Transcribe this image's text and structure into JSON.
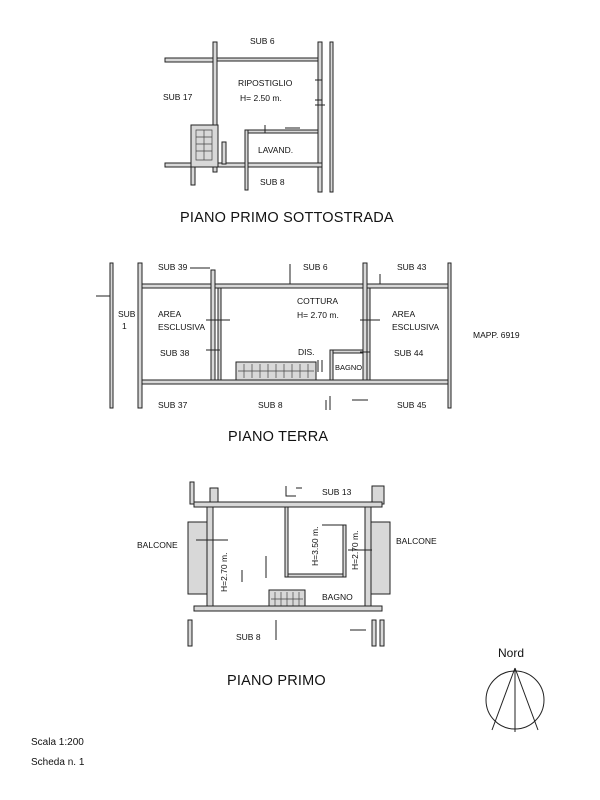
{
  "floors": {
    "basement": {
      "title": "PIANO PRIMO SOTTOSTRADA",
      "labels": {
        "sub6": "SUB 6",
        "sub17": "SUB 17",
        "sub8": "SUB 8",
        "ripostiglio": "RIPOSTIGLIO",
        "height": "H= 2.50 m.",
        "lavand": "LAVAND."
      }
    },
    "ground": {
      "title": "PIANO TERRA",
      "labels": {
        "sub39": "SUB 39",
        "sub6": "SUB 6",
        "sub43": "SUB 43",
        "sub1_a": "SUB",
        "sub1_b": "1",
        "area_left_a": "AREA",
        "area_left_b": "ESCLUSIVA",
        "cottura": "COTTURA",
        "height": "H= 2.70 m.",
        "area_right_a": "AREA",
        "area_right_b": "ESCLUSIVA",
        "mapp": "MAPP. 6919",
        "sub38": "SUB 38",
        "dis": "DIS.",
        "bagno": "BAGNO",
        "sub44": "SUB 44",
        "sub37": "SUB 37",
        "sub8": "SUB 8",
        "sub45": "SUB 45"
      }
    },
    "first": {
      "title": "PIANO PRIMO",
      "labels": {
        "sub13": "SUB 13",
        "balcone_left": "BALCONE",
        "balcone_right": "BALCONE",
        "h_left": "H=2.70 m.",
        "h_center": "H=3.50 m.",
        "h_right": "H=2.70 m.",
        "bagno": "BAGNO",
        "sub8": "SUB 8"
      }
    }
  },
  "north": {
    "label": "Nord",
    "icon": "north-arrow-icon"
  },
  "footer": {
    "scale": "Scala 1:200",
    "sheet": "Scheda n. 1"
  }
}
